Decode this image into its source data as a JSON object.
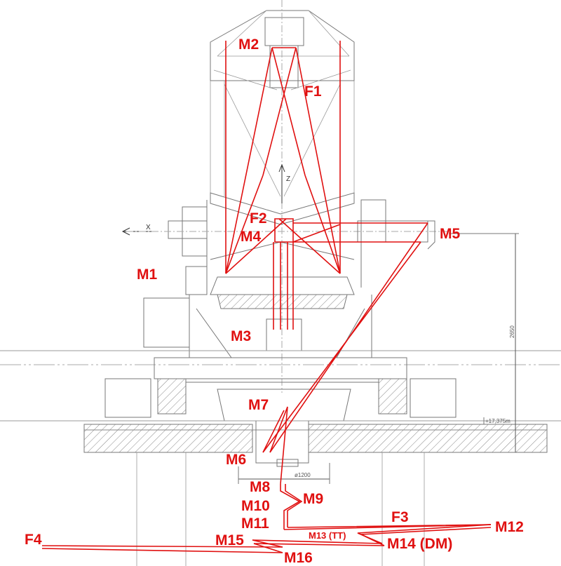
{
  "labels": {
    "M1": "M1",
    "M2": "M2",
    "M3": "M3",
    "M4": "M4",
    "M5": "M5",
    "M6": "M6",
    "M7": "M7",
    "M8": "M8",
    "M9": "M9",
    "M10": "M10",
    "M11": "M11",
    "M12": "M12",
    "M13": "M13 (TT)",
    "M14": "M14 (DM)",
    "M15": "M15",
    "M16": "M16",
    "F1": "F1",
    "F2": "F2",
    "F3": "F3",
    "F4": "F4"
  },
  "axes": {
    "x": "X",
    "z": "Z"
  },
  "dimensions": {
    "height": "2650",
    "level": "+17,375m",
    "diameter": "ø1200"
  },
  "colors": {
    "ray": "#e01010",
    "structure": "#777777"
  }
}
